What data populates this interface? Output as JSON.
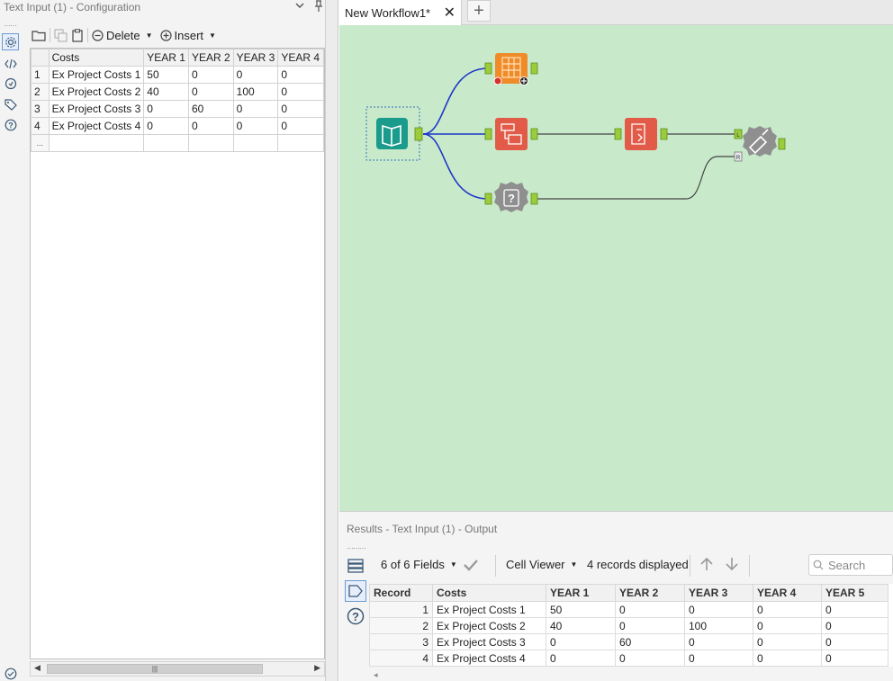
{
  "config_panel": {
    "title": "Text Input (1) - Configuration",
    "toolbar": {
      "delete_label": "Delete",
      "insert_label": "Insert"
    },
    "grid": {
      "columns": [
        "Costs",
        "YEAR 1",
        "YEAR 2",
        "YEAR 3",
        "YEAR 4"
      ],
      "rows": [
        {
          "n": "1",
          "cells": [
            "Ex Project Costs 1",
            "50",
            "0",
            "0",
            "0"
          ]
        },
        {
          "n": "2",
          "cells": [
            "Ex Project Costs 2",
            "40",
            "0",
            "100",
            "0"
          ]
        },
        {
          "n": "3",
          "cells": [
            "Ex Project Costs 3",
            "0",
            "60",
            "0",
            "0"
          ]
        },
        {
          "n": "4",
          "cells": [
            "Ex Project Costs 4",
            "0",
            "0",
            "0",
            "0"
          ]
        }
      ],
      "new_row_marker": "..."
    }
  },
  "workflow": {
    "tab_label": "New Workflow1*",
    "tools": [
      {
        "name": "text-input-tool",
        "color": "#1a9b8c"
      },
      {
        "name": "crosstab-tool",
        "color": "#f08b2a"
      },
      {
        "name": "transpose-tool",
        "color": "#e25b48"
      },
      {
        "name": "sort-tool",
        "color": "#e25b48"
      },
      {
        "name": "test-tool",
        "color": "#8f8f8f"
      },
      {
        "name": "browse-tool",
        "color": "#8f8f8f"
      }
    ],
    "canvas_color": "#c8eaca"
  },
  "results": {
    "title": "Results - Text Input (1) - Output",
    "fields_label": "6 of 6 Fields",
    "viewer_label": "Cell Viewer",
    "records_label": "4 records displayed",
    "search_placeholder": "Search",
    "columns": [
      "Record",
      "Costs",
      "YEAR 1",
      "YEAR 2",
      "YEAR 3",
      "YEAR 4",
      "YEAR 5"
    ],
    "rows": [
      [
        "1",
        "Ex Project Costs 1",
        "50",
        "0",
        "0",
        "0",
        "0"
      ],
      [
        "2",
        "Ex Project Costs 2",
        "40",
        "0",
        "100",
        "0",
        "0"
      ],
      [
        "3",
        "Ex Project Costs 3",
        "0",
        "60",
        "0",
        "0",
        "0"
      ],
      [
        "4",
        "Ex Project Costs 4",
        "0",
        "0",
        "0",
        "0",
        "0"
      ]
    ]
  }
}
